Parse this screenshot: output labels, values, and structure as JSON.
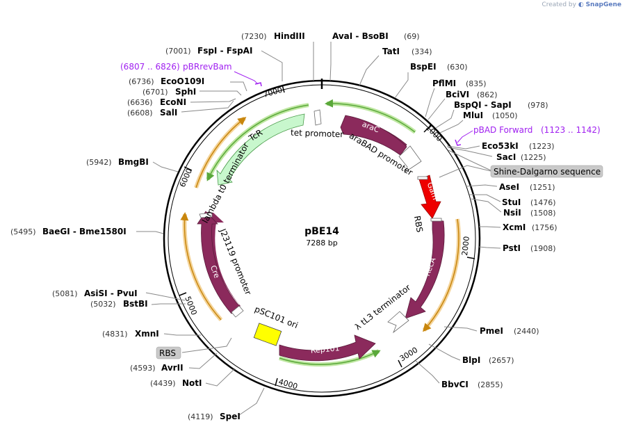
{
  "credit": {
    "prefix": "Created by",
    "brand": "SnapGene"
  },
  "plasmid": {
    "name": "pBE14",
    "length_label": "7288 bp",
    "length": 7288
  },
  "colors": {
    "backbone": "#000000",
    "feature_arrow": "#8b2a5c",
    "gam": "#ee0000",
    "tcr": "#c8f7cd",
    "ori": "#ffff00",
    "green_bracket": "#7ec850",
    "orange_bracket": "#d89a2e",
    "primer": "#a020f0",
    "badge_bg": "#c9c9c9"
  },
  "ticks": [
    {
      "label": "1000",
      "pos": 1000
    },
    {
      "label": "2000",
      "pos": 2000
    },
    {
      "label": "3000",
      "pos": 3000
    },
    {
      "label": "4000",
      "pos": 4000
    },
    {
      "label": "5000",
      "pos": 5000
    },
    {
      "label": "6000",
      "pos": 6000
    },
    {
      "label": "7000",
      "pos": 7000
    }
  ],
  "sites": [
    {
      "name": "HindIII",
      "pos_label": "(7230)",
      "pos": 7230,
      "side": "left"
    },
    {
      "name": "AvaI  -  BsoBI",
      "pos_label": "(69)",
      "pos": 69,
      "side": "right"
    },
    {
      "name": "TatI",
      "pos_label": "(334)",
      "pos": 334,
      "side": "right"
    },
    {
      "name": "BspEI",
      "pos_label": "(630)",
      "pos": 630,
      "side": "right"
    },
    {
      "name": "PflMI",
      "pos_label": "(835)",
      "pos": 835,
      "side": "right"
    },
    {
      "name": "BciVI",
      "pos_label": "(862)",
      "pos": 862,
      "side": "right"
    },
    {
      "name": "BspQI  -  SapI",
      "pos_label": "(978)",
      "pos": 978,
      "side": "right"
    },
    {
      "name": "MluI",
      "pos_label": "(1050)",
      "pos": 1050,
      "side": "right"
    },
    {
      "name": "Eco53kI",
      "pos_label": "(1223)",
      "pos": 1223,
      "side": "right"
    },
    {
      "name": "SacI",
      "pos_label": "(1225)",
      "pos": 1225,
      "side": "right"
    },
    {
      "name": "AseI",
      "pos_label": "(1251)",
      "pos": 1251,
      "side": "right"
    },
    {
      "name": "StuI",
      "pos_label": "(1476)",
      "pos": 1476,
      "side": "right"
    },
    {
      "name": "NsiI",
      "pos_label": "(1508)",
      "pos": 1508,
      "side": "right"
    },
    {
      "name": "XcmI",
      "pos_label": "(1756)",
      "pos": 1756,
      "side": "right"
    },
    {
      "name": "PstI",
      "pos_label": "(1908)",
      "pos": 1908,
      "side": "right"
    },
    {
      "name": "PmeI",
      "pos_label": "(2440)",
      "pos": 2440,
      "side": "right"
    },
    {
      "name": "BlpI",
      "pos_label": "(2657)",
      "pos": 2657,
      "side": "right"
    },
    {
      "name": "BbvCI",
      "pos_label": "(2855)",
      "pos": 2855,
      "side": "right"
    },
    {
      "name": "SpeI",
      "pos_label": "(4119)",
      "pos": 4119,
      "side": "left"
    },
    {
      "name": "NotI",
      "pos_label": "(4439)",
      "pos": 4439,
      "side": "left"
    },
    {
      "name": "AvrII",
      "pos_label": "(4593)",
      "pos": 4593,
      "side": "left"
    },
    {
      "name": "XmnI",
      "pos_label": "(4831)",
      "pos": 4831,
      "side": "left"
    },
    {
      "name": "BstBI",
      "pos_label": "(5032)",
      "pos": 5032,
      "side": "left"
    },
    {
      "name": "AsiSI  -  PvuI",
      "pos_label": "(5081)",
      "pos": 5081,
      "side": "left"
    },
    {
      "name": "BaeGI  -  Bme1580I",
      "pos_label": "(5495)",
      "pos": 5495,
      "side": "left"
    },
    {
      "name": "BmgBI",
      "pos_label": "(5942)",
      "pos": 5942,
      "side": "left"
    },
    {
      "name": "SalI",
      "pos_label": "(6608)",
      "pos": 6608,
      "side": "left"
    },
    {
      "name": "EcoNI",
      "pos_label": "(6636)",
      "pos": 6636,
      "side": "left"
    },
    {
      "name": "SphI",
      "pos_label": "(6701)",
      "pos": 6701,
      "side": "left"
    },
    {
      "name": "EcoO109I",
      "pos_label": "(6736)",
      "pos": 6736,
      "side": "left"
    },
    {
      "name": "FspI  -  FspAI",
      "pos_label": "(7001)",
      "pos": 7001,
      "side": "left"
    }
  ],
  "primers": [
    {
      "name": "pBRrevBam",
      "range_label": "(6807 .. 6826)",
      "start": 6807,
      "end": 6826
    },
    {
      "name": "pBAD Forward",
      "range_label": "(1123 .. 1142)",
      "start": 1123,
      "end": 1142
    }
  ],
  "features": [
    {
      "name": "araC",
      "kind": "cds",
      "start": 65,
      "end": 945,
      "direction": "reverse",
      "color": "#8b2a5c"
    },
    {
      "name": "Gam",
      "kind": "cds",
      "start": 1260,
      "end": 1560,
      "direction": "forward",
      "color": "#ee0000"
    },
    {
      "name": "RecA",
      "kind": "cds",
      "start": 1580,
      "end": 2580,
      "direction": "forward",
      "color": "#8b2a5c"
    },
    {
      "name": "Rep101",
      "kind": "cds",
      "start": 3050,
      "end": 3960,
      "direction": "reverse",
      "color": "#8b2a5c"
    },
    {
      "name": "Cre",
      "kind": "cds",
      "start": 4980,
      "end": 5950,
      "direction": "forward",
      "color": "#8b2a5c"
    },
    {
      "name": "TcR",
      "kind": "cds",
      "start": 6120,
      "end": 7030,
      "direction": "reverse",
      "color": "#c8f7cd"
    },
    {
      "name": "pSC101 ori",
      "kind": "ori",
      "start": 3960,
      "end": 4180,
      "color": "#ffff00"
    }
  ],
  "inner_labels": [
    {
      "text": "tet promoter",
      "pos": 7150
    },
    {
      "text": "araBAD promoter",
      "pos": 760
    },
    {
      "text": "RBS",
      "pos": 1575
    },
    {
      "text": "λ tL3 terminator",
      "pos": 2700
    },
    {
      "text": "pSC101 ori",
      "pos": 4200
    },
    {
      "text": "J23119 promoter",
      "pos": 4950
    },
    {
      "text": "lambda t0 terminator",
      "pos": 6150
    }
  ],
  "badges": [
    {
      "text": "Shine-Dalgarno sequence"
    },
    {
      "text": "RBS"
    }
  ]
}
